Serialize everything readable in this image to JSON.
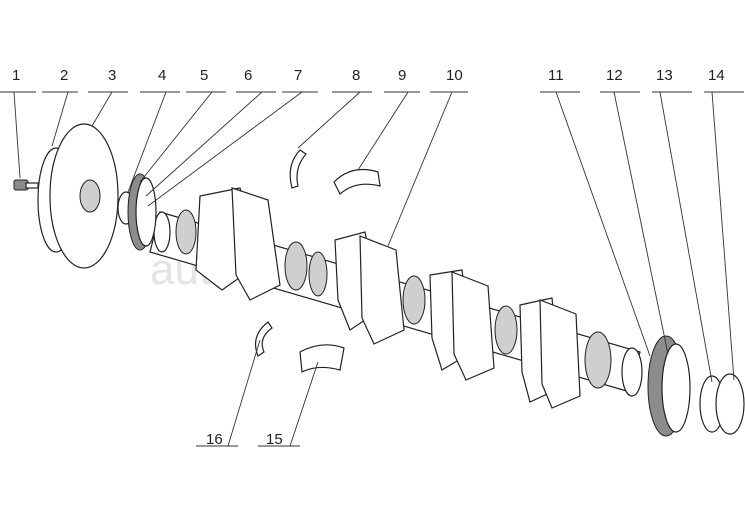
{
  "watermark": "autoiter.ru",
  "callouts": [
    {
      "id": "callout-1",
      "label": "1"
    },
    {
      "id": "callout-2",
      "label": "2"
    },
    {
      "id": "callout-3",
      "label": "3"
    },
    {
      "id": "callout-4",
      "label": "4"
    },
    {
      "id": "callout-5",
      "label": "5"
    },
    {
      "id": "callout-6",
      "label": "6"
    },
    {
      "id": "callout-7",
      "label": "7"
    },
    {
      "id": "callout-8",
      "label": "8"
    },
    {
      "id": "callout-9",
      "label": "9"
    },
    {
      "id": "callout-10",
      "label": "10"
    },
    {
      "id": "callout-11",
      "label": "11"
    },
    {
      "id": "callout-12",
      "label": "12"
    },
    {
      "id": "callout-13",
      "label": "13"
    },
    {
      "id": "callout-14",
      "label": "14"
    },
    {
      "id": "callout-15",
      "label": "15"
    },
    {
      "id": "callout-16",
      "label": "16"
    }
  ]
}
